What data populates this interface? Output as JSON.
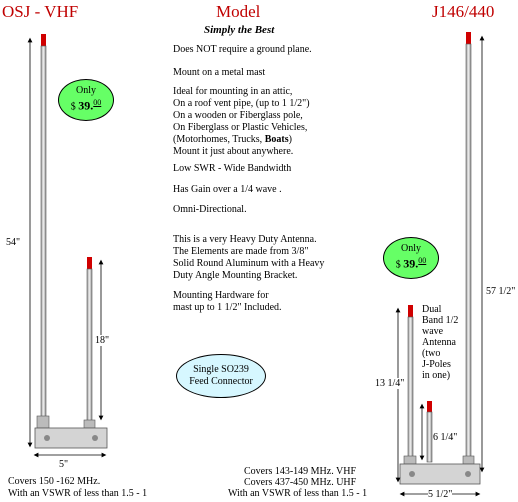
{
  "header": {
    "left": "OSJ - VHF",
    "center": "Model",
    "right": "J146/440"
  },
  "slogan": "Simply the Best",
  "features": [
    "Does NOT require a ground plane.",
    "Mount on a metal mast",
    "Ideal for mounting in an attic,",
    "On a roof vent pipe, (up to 1 1/2\")",
    "On a wooden or Fiberglass pole,",
    "On Fiberglass or Plastic Vehicles,",
    "(Motorhomes, Trucks, ",
    "Boats",
    ")",
    "Mount it just about anywhere.",
    "Low SWR - Wide Bandwidth",
    "Has Gain over a 1/4 wave .",
    "Omni-Directional.",
    "This is a very  Heavy Duty Antenna.",
    "The Elements are made from 3/8\"",
    "Solid Round  Aluminum with a Heavy",
    "Duty  Angle Mounting Bracket.",
    "Mounting  Hardware for",
    "mast up to 1 1/2\" Included."
  ],
  "price_left": {
    "label": "Only",
    "currency": "$",
    "amount": "39.",
    "cents": "00"
  },
  "price_right": {
    "label": "Only",
    "currency": "$",
    "amount": "39.",
    "cents": "00"
  },
  "feed": {
    "line1": "Single SO239",
    "line2": "Feed Connector"
  },
  "left_antenna": {
    "long": "54\"",
    "short": "18\"",
    "width": "5\"",
    "covers": "Covers 150 -162 MHz.",
    "vswr": "With an VSWR of less than 1.5 - 1"
  },
  "right_antenna": {
    "long": "57 1/2\"",
    "mid": "13 1/4\"",
    "short": "6 1/4\"",
    "width": "5 1/2\"",
    "desc": [
      "Dual",
      "Band 1/2",
      "wave",
      "Antenna",
      "(two",
      "J-Poles",
      "in one)"
    ],
    "covers_vhf": "Covers 143-149 MHz. VHF",
    "covers_uhf": "Covers 437-450 MHz. UHF",
    "vswr": "With an VSWR of less than 1.5 - 1"
  },
  "colors": {
    "title": "#c00000",
    "badge": "#66ff66",
    "feed": "#d6f7ff",
    "tip": "#d00000"
  }
}
